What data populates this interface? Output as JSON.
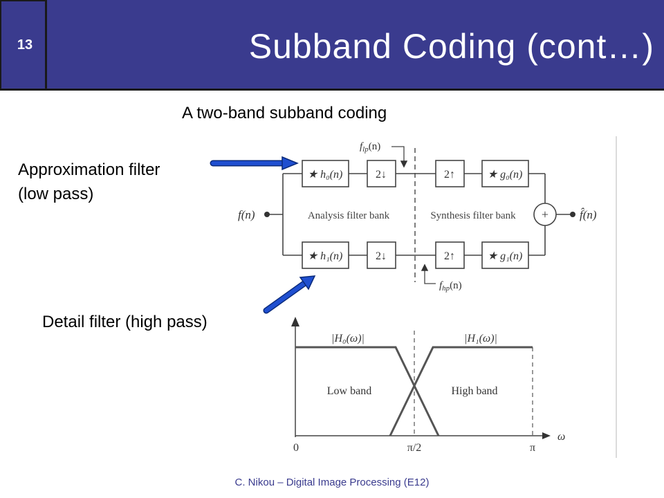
{
  "slide": {
    "number": "13",
    "title": "Subband Coding (cont…)",
    "subtitle": "A two-band subband coding",
    "label_approx_line1": "Approximation filter",
    "label_approx_line2": "(low pass)",
    "label_detail": "Detail filter (high pass)",
    "footer": "C. Nikou – Digital Image Processing (E12)"
  },
  "diagram": {
    "input": "f(n)",
    "output": "f̂(n)",
    "f_lp": "f",
    "f_lp_sub": "lp",
    "f_lp_arg": "(n)",
    "f_hp": "f",
    "f_hp_sub": "hp",
    "f_hp_arg": "(n)",
    "analysis_label": "Analysis filter bank",
    "synthesis_label": "Synthesis filter bank",
    "h0": "★ h₀(n)",
    "h1": "★ h₁(n)",
    "down": "2↓",
    "up": "2↑",
    "g0": "★ g₀(n)",
    "g1": "★ g₁(n)",
    "adder": "+"
  },
  "plot": {
    "H0_label": "|H₀(ω)|",
    "H1_label": "|H₁(ω)|",
    "low_band": "Low band",
    "high_band": "High band",
    "tick_0": "0",
    "tick_pi_2": "π/2",
    "tick_pi": "π",
    "axis_omega": "ω"
  },
  "colors": {
    "header": "#3a3b8e",
    "arrow": "#1f4fd0",
    "arrow_outline": "#0a2a7a"
  }
}
